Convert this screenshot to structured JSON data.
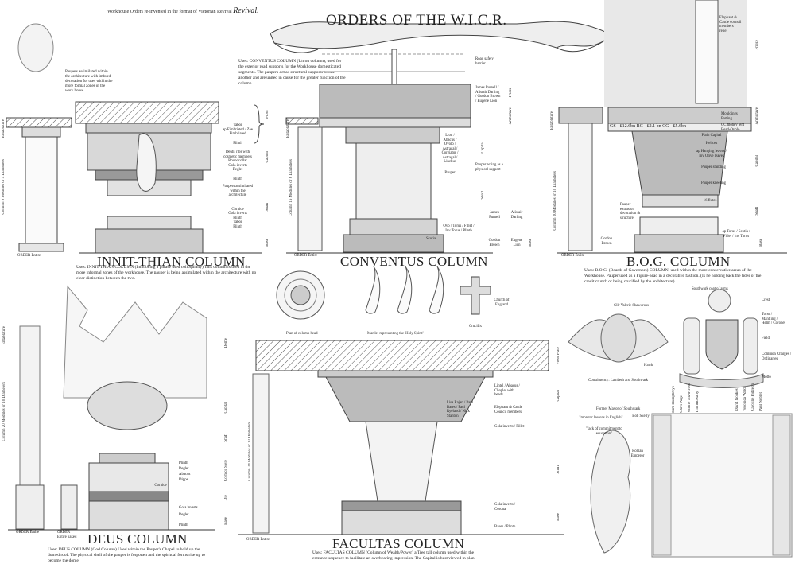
{
  "header": {
    "subtitle": "Workhouse Orders re-invented in the format of Victorian Revival",
    "subtitle_emphasis": "Revival.",
    "banner_title": "ORDERS OF THE W.I.C.R."
  },
  "innit": {
    "title": "INNIT-THIAN COLUMN",
    "description": "Uses: INNIT-THIAN COLUMN (Innit being a phrase used colloquially) This column is used in the more informal zones of the workhouse. The pauper is being assimilated within the architecture with no clear distinction between the two.",
    "note": "Paupers assimilated within the architecture with imbued decoration for uses within the more formal zones of the work house",
    "order_label": "ORDER Entire",
    "side_label": "Column 8 Modules or 4 Diameters",
    "entablature_label": "Entablature",
    "labels": [
      "Tabor",
      "ap Fimbriated / Zee Fimbriated",
      "Plinth",
      "Dentil ribs with cosmetic members",
      "Roundcollar",
      "Gola inverts",
      "Reglet",
      "Plinth",
      "Paupers assimilated within the architecture",
      "Cornice",
      "Gola inverts",
      "Plinth",
      "Tabor",
      "Plinth"
    ],
    "bracket_labels": [
      "Floor",
      "Capital",
      "Shaft",
      "Base"
    ]
  },
  "conventus": {
    "title": "CONVENTUS COLUMN",
    "description": "Uses: CONVENTUS COLUMN (Union column), used for the exterior road supports for the Workhouse domesticated segments. The paupers act as structural supports to one another and are united in cause for the greater function of the column.",
    "order_label": "ORDER Entire",
    "side_label": "Column 16 Modules or 8 Diameters",
    "entablature_label": "Entablature",
    "labels": [
      "Road safety barrier",
      "James Purnell / Alistair Darling / Gordon Brown / Eugene Lion",
      "Lion / Abacus / Ovolo / Astragal / Corgiator / Astragal / Linchus",
      "Pauper",
      "Pauper acting as a physical support",
      "James Purnell",
      "Alistair Darling",
      "Gordon Brown",
      "Eugene Lion",
      "Ovo / Torus / Fillet / Inv Torus / Plinth",
      "Scotia"
    ],
    "bracket_labels": [
      "Frieze",
      "Architrave",
      "Capital",
      "Shaft",
      "Base"
    ]
  },
  "bog": {
    "title": "B.O.G. COLUMN",
    "description": "Uses: B.O.G. (Boards of Governors) COLUMN, used within the more conservative areas of the Workhouse. Pauper used as a Figure-head in a decorative fashion. (Is he holding back the tides of the credit crunch or being crucified by the architecture)",
    "order_label": "ORDER Entire",
    "side_label": "Column 20 Modules or 10 Diameters",
    "entablature_label": "Entablature",
    "frieze_text": "GS - £12.6bn    BC - £2.1 bn    CG - £5.6bn",
    "labels": [
      "Elephant & Castle council members relief",
      "Mouldings Parting",
      "CC money lent Bead-Ovolo",
      "Plain Capital",
      "Helices",
      "ap Hanging leaves / Inv Olive leaves",
      "Pauper standing",
      "Pauper kneeling",
      "16 flutes",
      "Pauper extrusion decoration & structure",
      "Gordon Brown",
      "ap Torus / Scotia / Fillet / Inv Torus"
    ],
    "bracket_labels": [
      "Frieze",
      "Architrave",
      "Capital",
      "Shaft",
      "Base"
    ]
  },
  "symbols": {
    "rose_caption": "Plan of column head",
    "swifts_caption": "Martlet representing the 'Holy Spirit'",
    "cross_caption": "Crucifix",
    "church_caption": "Church of England"
  },
  "deus": {
    "title": "DEUS COLUMN",
    "description": "Uses: DEUS COLUMN (God Column) Used within the Pauper's Chapel to hold up the domed roof. The physical shell of the pauper is forgotten and the spiritual forms rise up to become the dome.",
    "order_label": "ORDER Entire",
    "order_label_2": "ORDER Entire naked",
    "side_label": "Column 20 Modules or 10 Diameters",
    "entablature_label": "Entablature",
    "labels": [
      "Plinth",
      "Reglet",
      "Abacus",
      "Dipps",
      "Cornice",
      "Gola inverts",
      "Reglet",
      "Plinth"
    ],
    "bracket_labels": [
      "Dome",
      "Capital",
      "Shaft",
      "Cornice Stele",
      "Die",
      "Base"
    ]
  },
  "facultas": {
    "title": "FACULTAS COLUMN",
    "description": "Uses: FACULTAS COLUMN (Column of Wealth/Power) a Tree tall column used within the entrance sequence to facilitate an overbearing impression. The Capital is best viewed in plan.",
    "order_label": "ORDER Entire",
    "side_label": "Column 24 Modules or 12 Diameters",
    "labels": [
      "Lintel / Abacus / Chaplet with beads",
      "Lisa Rajan / Paul Bates / Paul Ryeland / Nick Stanton",
      "Elephant & Castle Council members",
      "Gola inverts / Fillet",
      "Gola inverts / Corona",
      "Bases / Plinth"
    ],
    "bracket_labels": [
      "Floor Plate",
      "Capital",
      "Shaft",
      "Base"
    ]
  },
  "southwark": {
    "coat_caption": "Southwark coat of arms",
    "coat_labels": [
      "Crest",
      "Torse / Mantling / Helm / Coronet",
      "Field",
      "Common Charges / Ordinaries",
      "Motto"
    ],
    "cllr_label": "Cllr Valerie Shawcross",
    "hawk_label": "Hawk",
    "constituency": "Constituency: Lambeth and Southwark",
    "mayor_label": "Former Mayor of Southwark",
    "quote_1": "\"monitor lessons in English\"",
    "quote_2": "\"lack of commitment to education\"",
    "bob": "Bob Skelly",
    "roman": "Roman Emperor",
    "names": [
      "Kim Humphreys",
      "Chris Page",
      "Valerie Shawcross",
      "Tim McNally",
      "David Noakes",
      "Veronica Ward",
      "Caroline Pidgeon",
      "Paul Noblet"
    ]
  }
}
